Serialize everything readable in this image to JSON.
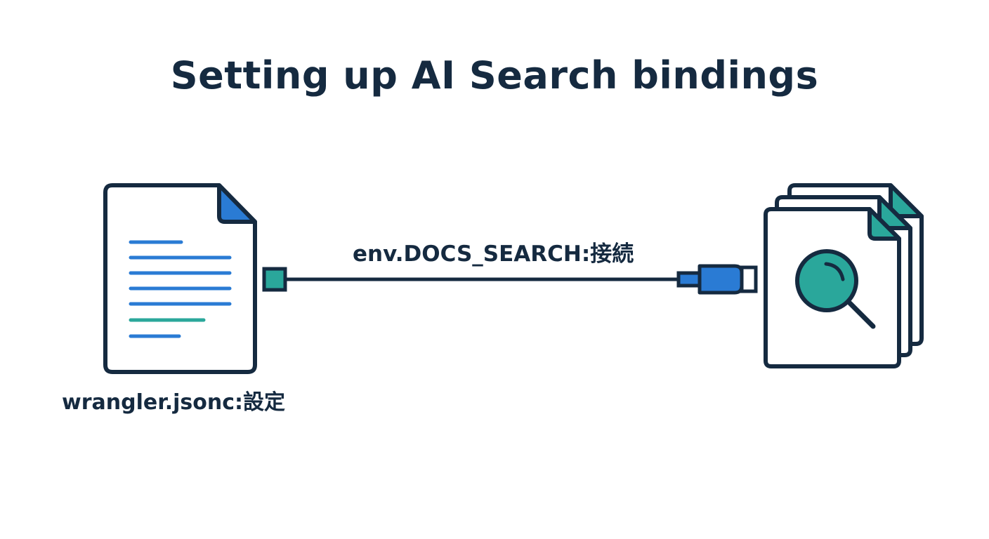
{
  "title": "Setting up AI Search bindings",
  "config_file": {
    "label": "wrangler.jsonc:設定",
    "icon": "config-file-icon"
  },
  "connection": {
    "label": "env.DOCS_SEARCH:接続"
  },
  "search_index": {
    "icon": "search-documents-icon"
  },
  "colors": {
    "outline": "#152a40",
    "blue": "#2a7bd4",
    "teal": "#2aa79b",
    "fill": "#ffffff"
  }
}
